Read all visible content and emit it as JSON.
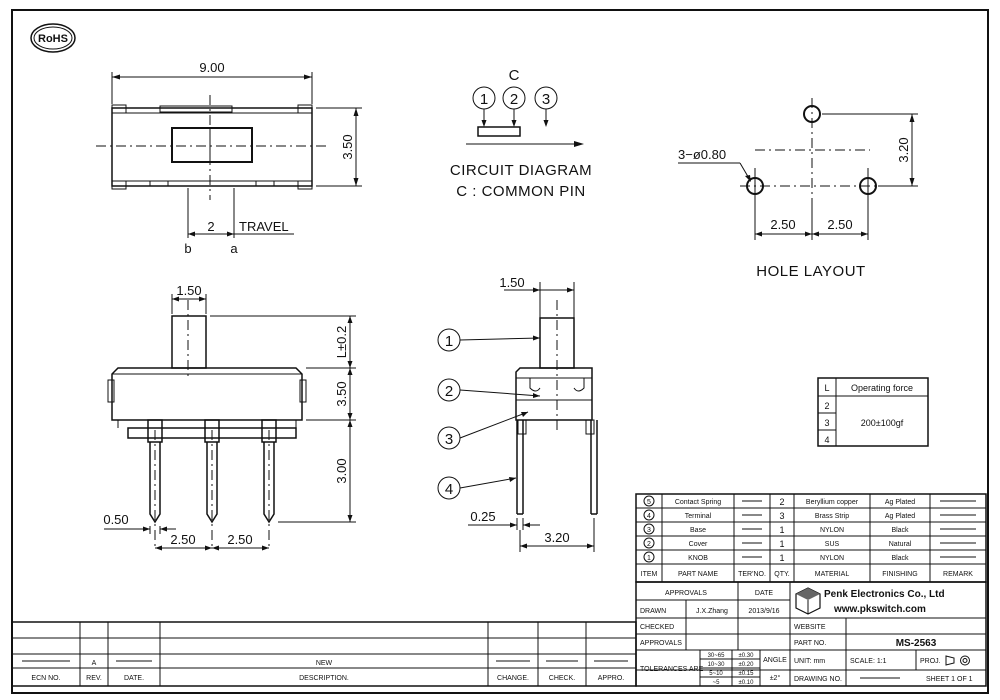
{
  "rohs_logo": "RoHS",
  "top_view": {
    "width": "9.00",
    "height": "3.50",
    "travel_value": "2",
    "travel_label": "TRAVEL",
    "pos_b": "b",
    "pos_a": "a"
  },
  "circuit": {
    "common_letter": "C",
    "pins": [
      "1",
      "2",
      "3"
    ],
    "title": "CIRCUIT DIAGRAM",
    "subtitle": "C : COMMON PIN"
  },
  "hole_layout": {
    "hole_spec": "3−ø0.80",
    "height": "3.20",
    "pitch_left": "2.50",
    "pitch_right": "2.50",
    "title": "HOLE LAYOUT"
  },
  "front_view": {
    "knob_width": "1.50",
    "knob_height": "L±0.2",
    "body_height": "3.50",
    "pin_length": "3.00",
    "pin_width": "0.50",
    "pitch_left": "2.50",
    "pitch_right": "2.50"
  },
  "side_view": {
    "knob_width": "1.50",
    "callouts": [
      "1",
      "2",
      "3",
      "4"
    ],
    "pin_width": "0.25",
    "pin_span": "3.20"
  },
  "force_table": {
    "header_left": "L",
    "header_right": "Operating force",
    "rows": [
      "2",
      "3",
      "4"
    ],
    "value": "200±100gf"
  },
  "parts_table": {
    "headers": [
      "ITEM",
      "PART NAME",
      "TER'NO.",
      "QTY.",
      "MATERIAL",
      "FINISHING",
      "REMARK"
    ],
    "rows": [
      {
        "item": "5",
        "name": "Contact Spring",
        "ter": "",
        "qty": "2",
        "material": "Beryllium copper",
        "finishing": "Ag Plated"
      },
      {
        "item": "4",
        "name": "Terminal",
        "ter": "",
        "qty": "3",
        "material": "Brass Strip",
        "finishing": "Ag Plated"
      },
      {
        "item": "3",
        "name": "Base",
        "ter": "",
        "qty": "1",
        "material": "NYLON",
        "finishing": "Black"
      },
      {
        "item": "2",
        "name": "Cover",
        "ter": "",
        "qty": "1",
        "material": "SUS",
        "finishing": "Natural"
      },
      {
        "item": "1",
        "name": "KNOB",
        "ter": "",
        "qty": "1",
        "material": "NYLON",
        "finishing": "Black"
      }
    ]
  },
  "title_block": {
    "approvals": "APPROVALS",
    "date": "DATE",
    "drawn": "DRAWN",
    "drawn_by": "J.X.Zhang",
    "drawn_date": "2013/9/16",
    "company": "Penk Electronics Co., Ltd",
    "website_url": "www.pkswitch.com",
    "checked": "CHECKED",
    "approvals2": "APPROVALS",
    "website": "WEBSITE",
    "part_no_label": "PART NO.",
    "part_no": "MS-2563",
    "tolerances": "TOLERANCES ARE",
    "tol_ranges": [
      "30~65",
      "10~30",
      "5~10",
      "~5"
    ],
    "tol_values": [
      "±0.30",
      "±0.20",
      "±0.15",
      "±0.10"
    ],
    "angle": "ANGLE",
    "angle_value": "±2°",
    "unit": "UNIT: mm",
    "scale": "SCALE: 1:1",
    "proj": "PROJ.",
    "drawing_no": "DRAWING NO.",
    "sheet": "SHEET 1 OF 1"
  },
  "revision_block": {
    "rev": "A",
    "description": "NEW",
    "headers": [
      "ECN NO.",
      "REV.",
      "DATE.",
      "DESCRIPTION.",
      "CHANGE.",
      "CHECK.",
      "APPRO."
    ]
  }
}
